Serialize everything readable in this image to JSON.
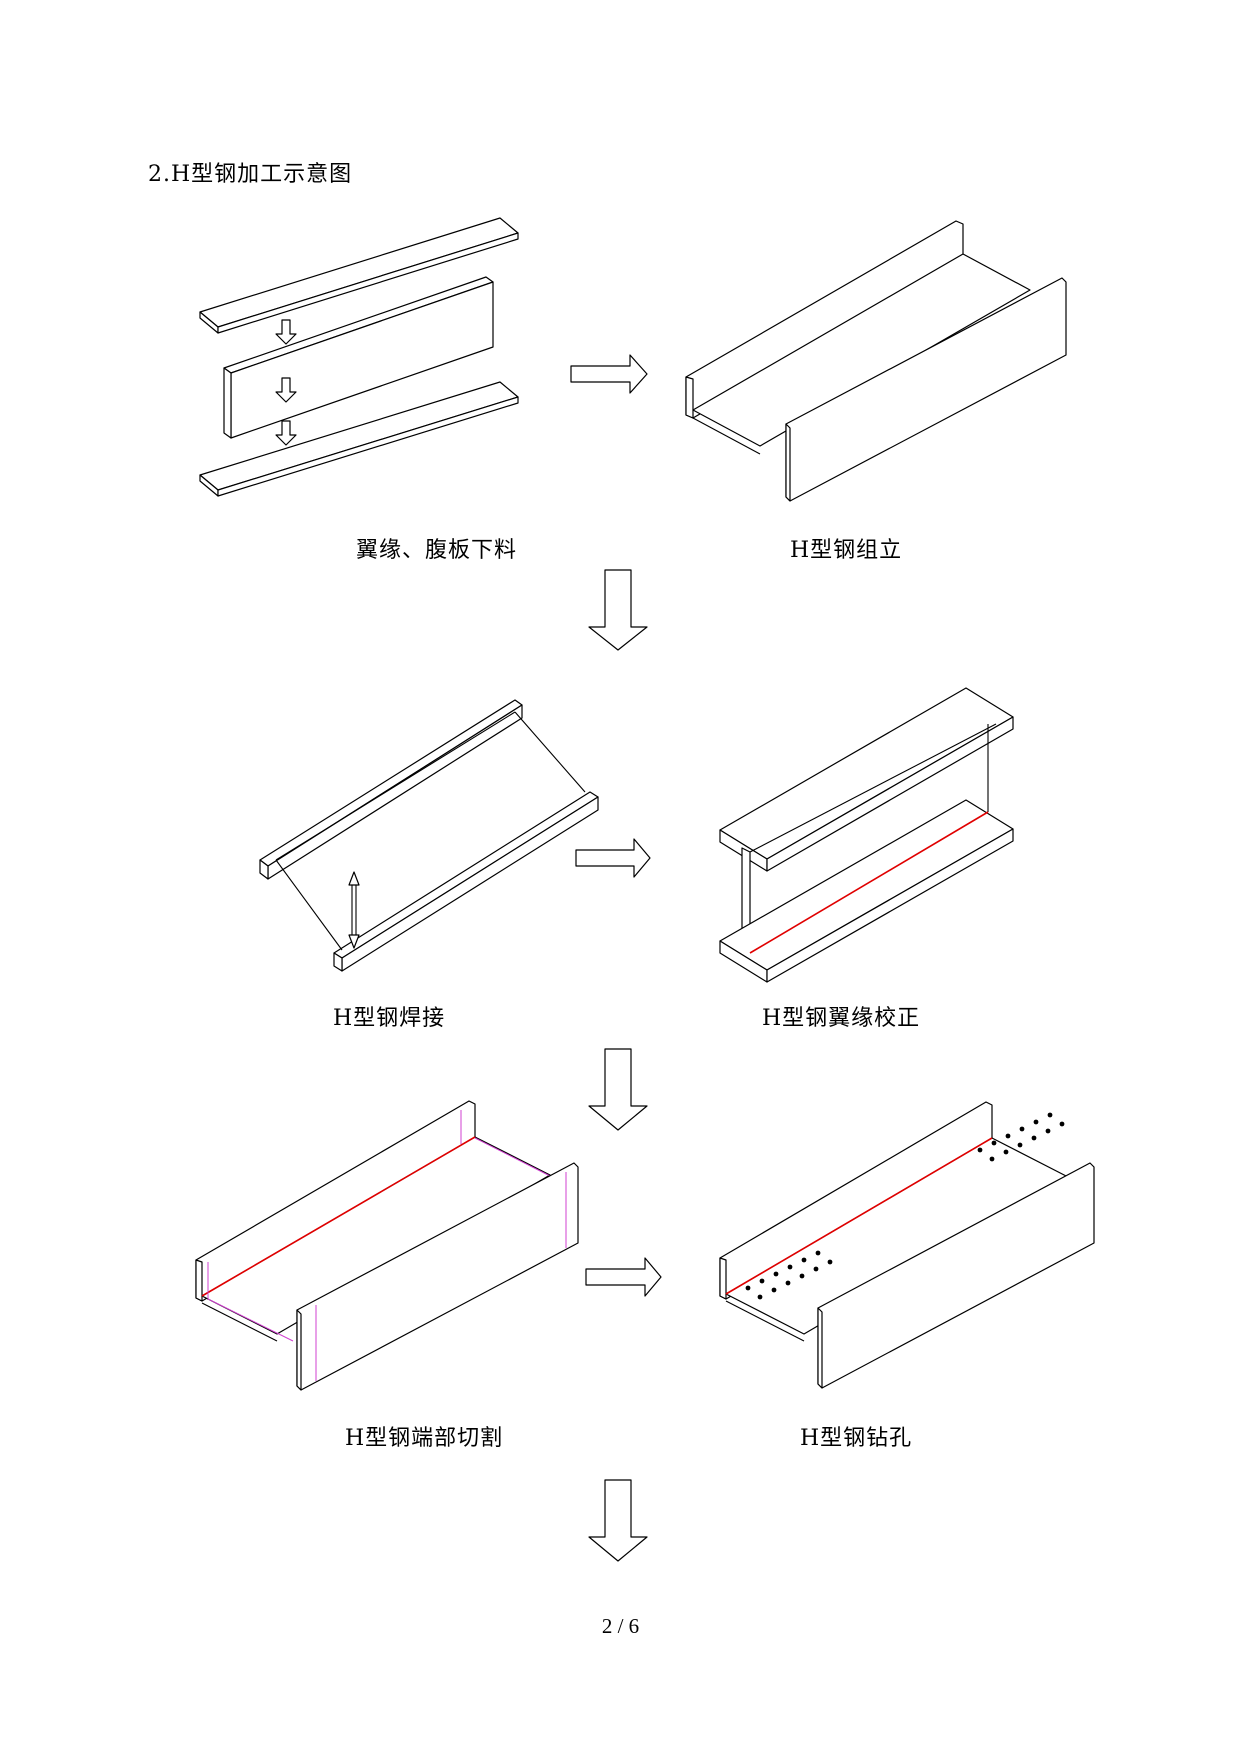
{
  "section_title": "2.H型钢加工示意图",
  "steps": [
    {
      "label": "翼缘、腹板下料"
    },
    {
      "label": "H型钢组立"
    },
    {
      "label": "H型钢焊接"
    },
    {
      "label": "H型钢翼缘校正"
    },
    {
      "label": "H型钢端部切割"
    },
    {
      "label": "H型钢钻孔"
    }
  ],
  "page_number": "2 / 6",
  "colors": {
    "weld_line": "#e00000",
    "cut_line": "#d040d0",
    "outline": "#000000"
  }
}
